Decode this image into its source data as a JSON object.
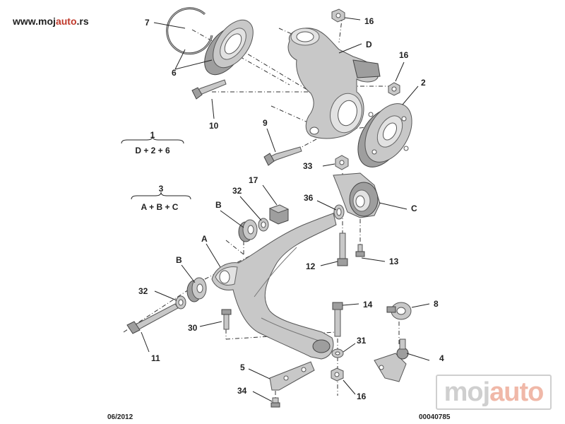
{
  "watermark_top": {
    "prefix": "www.moj",
    "accent": "auto",
    "suffix": ".rs"
  },
  "watermark_logo": {
    "part1": "moj",
    "part2": "auto"
  },
  "callouts": {
    "c7": "7",
    "c6": "6",
    "c16a": "16",
    "cD": "D",
    "c16b": "16",
    "c2": "2",
    "c10": "10",
    "c9": "9",
    "c33": "33",
    "c17": "17",
    "c32a": "32",
    "cB1": "B",
    "c36": "36",
    "cC": "C",
    "cA": "A",
    "cB2": "B",
    "c12": "12",
    "c13": "13",
    "c32b": "32",
    "c14": "14",
    "c8": "8",
    "c30": "30",
    "c11": "11",
    "c31": "31",
    "c5": "5",
    "c4": "4",
    "c34": "34",
    "c16c": "16"
  },
  "formulas": {
    "f1_top": "1",
    "f1_bottom": "D + 2 + 6",
    "f3_top": "3",
    "f3_bottom": "A + B + C"
  },
  "footer": {
    "date": "06/2012",
    "code": "00040785"
  }
}
